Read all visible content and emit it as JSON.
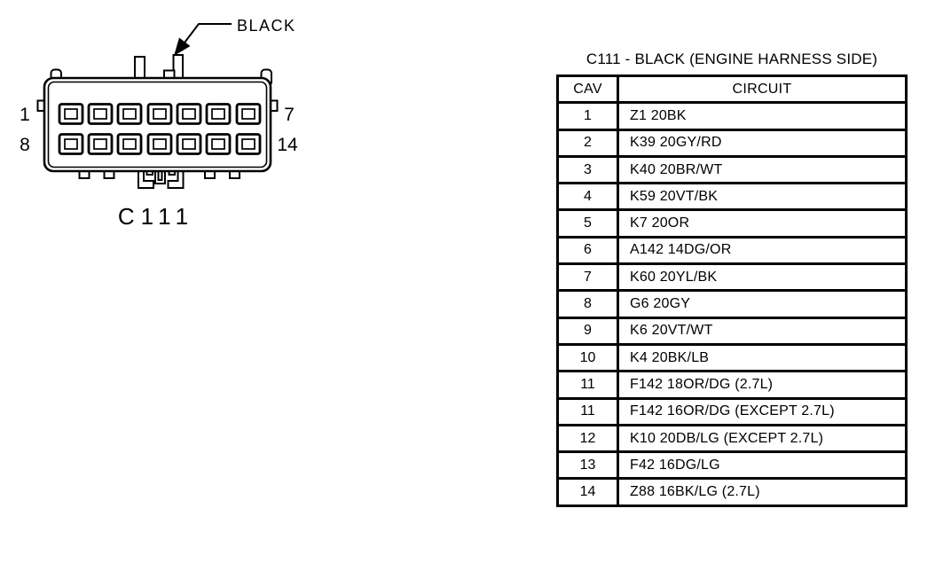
{
  "figure": {
    "connector_label": "C111",
    "color_callout": "BLACK",
    "pin_labels": {
      "top_left": "1",
      "top_right": "7",
      "bottom_left": "8",
      "bottom_right": "14"
    },
    "pin_rows": 2,
    "pins_per_row": 7,
    "total_cavities": 14
  },
  "table": {
    "title": "C111 - BLACK (ENGINE HARNESS SIDE)",
    "columns": [
      "CAV",
      "CIRCUIT"
    ],
    "rows": [
      {
        "cav": "1",
        "circuit": "Z1 20BK"
      },
      {
        "cav": "2",
        "circuit": "K39 20GY/RD"
      },
      {
        "cav": "3",
        "circuit": "K40 20BR/WT"
      },
      {
        "cav": "4",
        "circuit": "K59 20VT/BK"
      },
      {
        "cav": "5",
        "circuit": "K7 20OR"
      },
      {
        "cav": "6",
        "circuit": "A142 14DG/OR"
      },
      {
        "cav": "7",
        "circuit": "K60 20YL/BK"
      },
      {
        "cav": "8",
        "circuit": "G6 20GY"
      },
      {
        "cav": "9",
        "circuit": "K6 20VT/WT"
      },
      {
        "cav": "10",
        "circuit": "K4 20BK/LB"
      },
      {
        "cav": "11",
        "circuit": "F142 18OR/DG (2.7L)"
      },
      {
        "cav": "11",
        "circuit": "F142 16OR/DG (EXCEPT 2.7L)"
      },
      {
        "cav": "12",
        "circuit": "K10 20DB/LG (EXCEPT 2.7L)"
      },
      {
        "cav": "13",
        "circuit": "F42 16DG/LG"
      },
      {
        "cav": "14",
        "circuit": "Z88 16BK/LG (2.7L)"
      }
    ]
  },
  "colors": {
    "ink": "#000000",
    "background": "#ffffff"
  }
}
